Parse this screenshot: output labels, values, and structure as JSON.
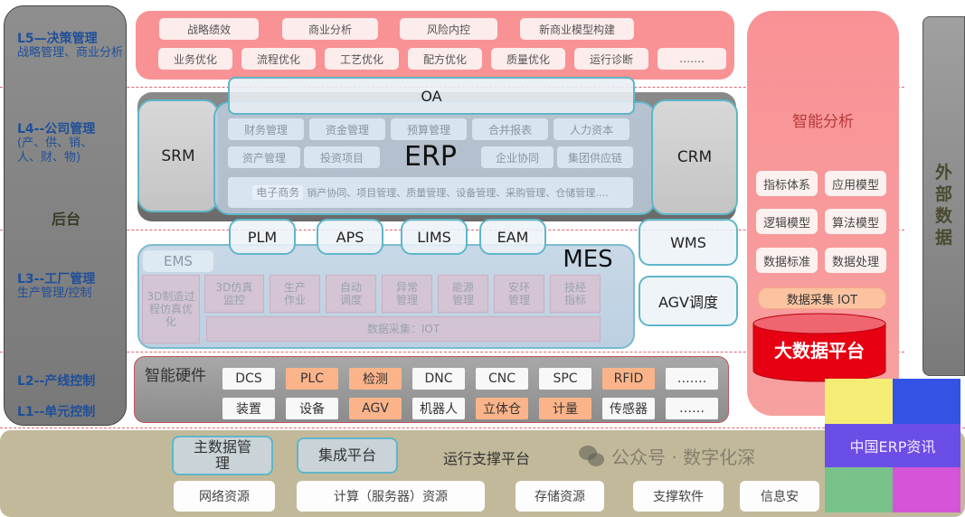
{
  "levels": {
    "l5": {
      "title": "L5—决策管理",
      "desc": "战略管理、商业分析"
    },
    "l4": {
      "title": "L4--公司管理",
      "desc": "(产、供、销、人、财、物)"
    },
    "backend": "后台",
    "l3": {
      "title": "L3--工厂管理",
      "desc": "生产管理/控制"
    },
    "l2": {
      "title": "L2--产线控制"
    },
    "l1": {
      "title": "L1--单元控制"
    }
  },
  "l5_panel": {
    "row1": [
      "战略绩效",
      "商业分析",
      "风险内控",
      "新商业模型构建"
    ],
    "row2": [
      "业务优化",
      "流程优化",
      "工艺优化",
      "配方优化",
      "质量优化",
      "运行诊断",
      "……."
    ]
  },
  "l4_panel": {
    "oa": "OA",
    "srm": "SRM",
    "crm": "CRM",
    "erp": {
      "label": "ERP",
      "row1": [
        "财务管理",
        "资金管理",
        "预算管理",
        "合并报表",
        "人力资本"
      ],
      "row2": [
        "资产管理",
        "投资项目",
        "企业协同",
        "集团供应链",
        "电子商务"
      ],
      "row3": "销产协同、项目管理、质量管理、设备管理、采购管理、仓储管理…."
    },
    "mid_systems": [
      "PLM",
      "APS",
      "LIMS",
      "EAM"
    ],
    "wms": "WMS",
    "agv": "AGV调度"
  },
  "l3_panel": {
    "mes_label": "MES",
    "ems": "EMS",
    "items": [
      "3D制造过程仿真优化",
      "3D仿真监控",
      "生产作业",
      "自动调度",
      "异常管理",
      "能源管理",
      "安环管理",
      "技经指标"
    ],
    "iot": "数据采集：IOT"
  },
  "analytics": {
    "title": "智能分析",
    "items": [
      "指标体系",
      "应用模型",
      "逻辑模型",
      "算法模型",
      "数据标准",
      "数据处理"
    ],
    "iot": "数据采集 IOT",
    "bigdata": "大数据平台"
  },
  "external": "外部数据",
  "hardware": {
    "title": "智能硬件",
    "row1": [
      {
        "label": "DCS",
        "style": "white"
      },
      {
        "label": "PLC",
        "style": "orange"
      },
      {
        "label": "检测",
        "style": "orange"
      },
      {
        "label": "DNC",
        "style": "white"
      },
      {
        "label": "CNC",
        "style": "white"
      },
      {
        "label": "SPC",
        "style": "white"
      },
      {
        "label": "RFID",
        "style": "orange"
      },
      {
        "label": "…….",
        "style": "white"
      }
    ],
    "row2": [
      {
        "label": "装置",
        "style": "white"
      },
      {
        "label": "设备",
        "style": "white"
      },
      {
        "label": "AGV",
        "style": "orange"
      },
      {
        "label": "机器人",
        "style": "white"
      },
      {
        "label": "立体仓",
        "style": "orange"
      },
      {
        "label": "计量",
        "style": "orange"
      },
      {
        "label": "传感器",
        "style": "white"
      },
      {
        "label": "……",
        "style": "white"
      }
    ]
  },
  "platform": {
    "master_data": "主数据管理",
    "integration": "集成平台",
    "title": "运行支撑平台",
    "resources": [
      "网络资源",
      "计算（服务器）资源",
      "存储资源",
      "支撑软件",
      "信息安"
    ]
  },
  "watermark": "公众号 · 数字化深",
  "logo": {
    "text": "中国ERP资讯",
    "colors": [
      "#f4ec74",
      "#3352e6",
      "#6b4ee6",
      "#78c28a",
      "#d455d8"
    ]
  },
  "colors": {
    "pink_panel": "#f99295",
    "accent_border": "#5fb6c8",
    "level_text": "#1f4f9a",
    "orange_chip": "#fbb48a",
    "bigdata_red": "#e60012"
  }
}
